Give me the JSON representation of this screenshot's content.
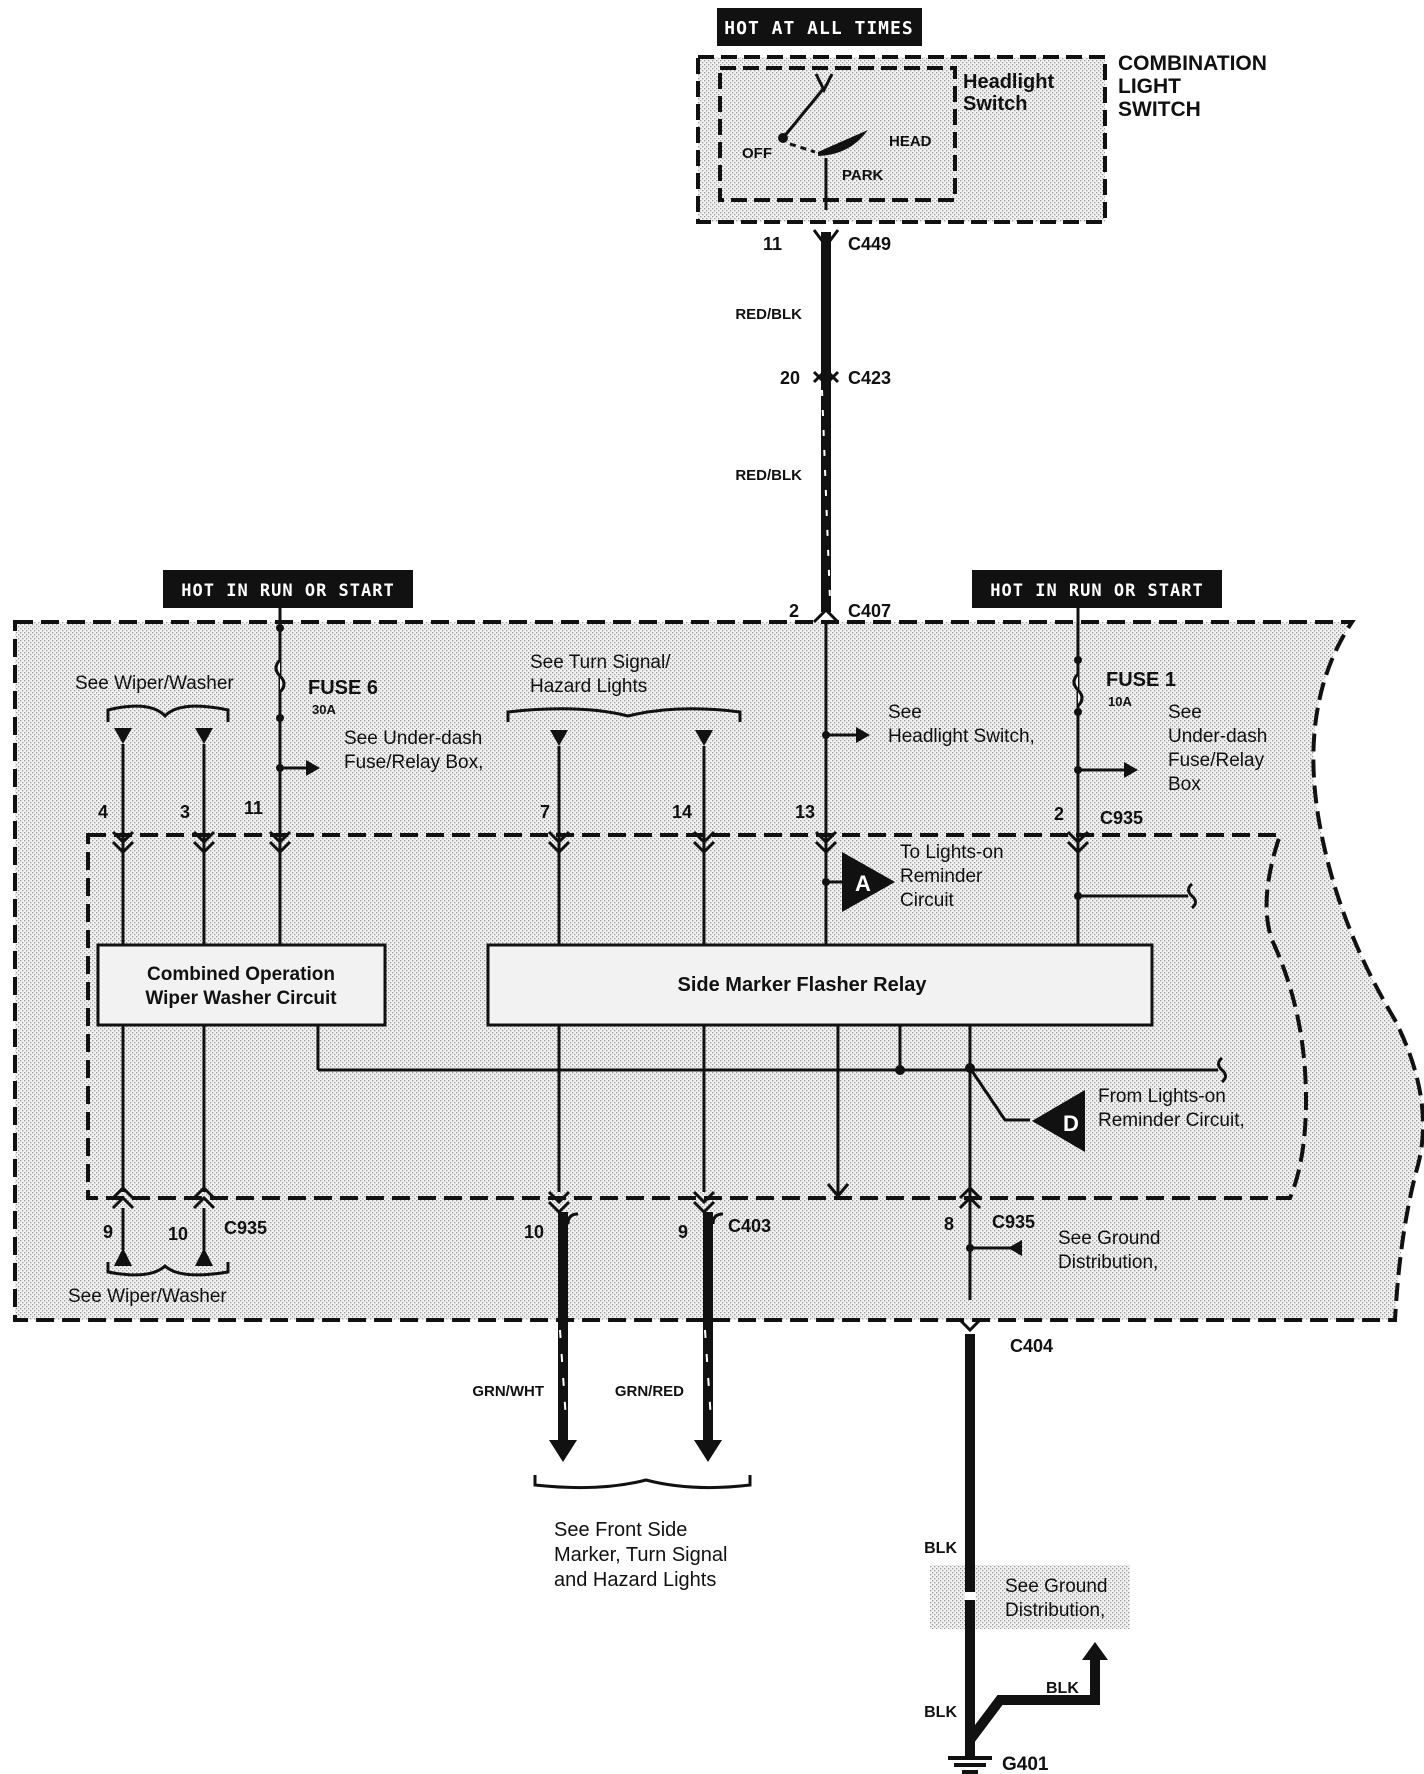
{
  "headers": {
    "hot_at_all_times": "HOT AT ALL TIMES",
    "hot_in_run_left": "HOT IN RUN OR START",
    "hot_in_run_right": "HOT IN RUN OR START"
  },
  "combination_switch": {
    "title_line1": "COMBINATION",
    "title_line2": "LIGHT",
    "title_line3": "SWITCH",
    "headlight_line1": "Headlight",
    "headlight_line2": "Switch",
    "off": "OFF",
    "head": "HEAD",
    "park": "PARK"
  },
  "connectors": {
    "c449": "C449",
    "c449_pin": "11",
    "c423": "C423",
    "c423_pin": "20",
    "c407": "C407",
    "c407_pin": "2",
    "c935_top": "C935",
    "c935_bottom_left": "C935",
    "c403": "C403",
    "c935_bottom_right": "C935",
    "c404": "C404",
    "g401": "G401"
  },
  "wires": {
    "red_blk_1": "RED/BLK",
    "red_blk_2": "RED/BLK",
    "grn_wht": "GRN/WHT",
    "grn_red": "GRN/RED",
    "blk_1": "BLK",
    "blk_2": "BLK",
    "blk_3": "BLK"
  },
  "fuses": {
    "fuse6": "FUSE 6",
    "fuse6_amp": "30A",
    "fuse1": "FUSE 1",
    "fuse1_amp": "10A"
  },
  "pins_top": {
    "p4": "4",
    "p3": "3",
    "p11": "11",
    "p7": "7",
    "p14": "14",
    "p13": "13",
    "p2": "2"
  },
  "pins_bottom": {
    "p9a": "9",
    "p10a": "10",
    "p10b": "10",
    "p9b": "9",
    "p8": "8"
  },
  "notes": {
    "see_wiper_top": "See Wiper/Washer",
    "see_turn_1": "See Turn Signal/",
    "see_turn_2": "Hazard Lights",
    "see_underdash_1": "See Under-dash",
    "see_underdash_2": "Fuse/Relay Box,",
    "see_headlight_1": "See",
    "see_headlight_2": "Headlight Switch,",
    "see_underdash_r1": "See",
    "see_underdash_r2": "Under-dash",
    "see_underdash_r3": "Fuse/Relay",
    "see_underdash_r4": "Box",
    "to_lights_1": "To Lights-on",
    "to_lights_2": "Reminder",
    "to_lights_3": "Circuit",
    "from_lights_1": "From Lights-on",
    "from_lights_2": "Reminder Circuit,",
    "see_ground_1": "See Ground",
    "see_ground_2": "Distribution,",
    "see_wiper_bottom": "See  Wiper/Washer",
    "front_side_1": "See Front Side",
    "front_side_2": "Marker, Turn Signal",
    "front_side_3": "and Hazard Lights",
    "ground_dist_1": "See Ground",
    "ground_dist_2": "Distribution,"
  },
  "components": {
    "combined_1": "Combined Operation",
    "combined_2": "Wiper Washer Circuit",
    "side_marker": "Side Marker Flasher Relay",
    "marker_a": "A",
    "marker_d": "D"
  }
}
